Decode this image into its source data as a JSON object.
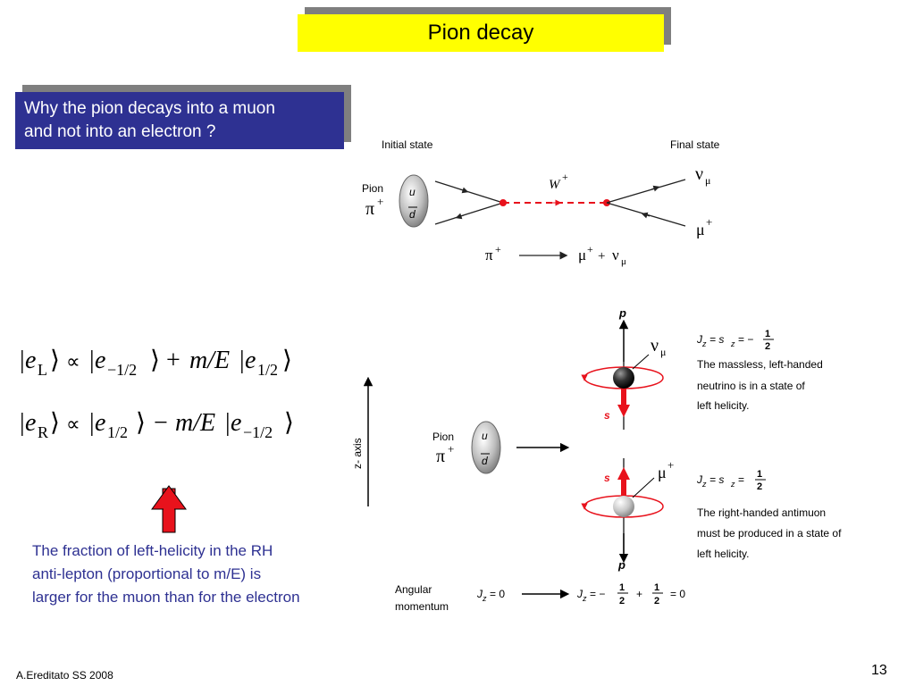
{
  "slide": {
    "title": "Pion decay",
    "question_line1": "Why the pion decays into a muon",
    "question_line2": "and not into an electron ?",
    "fraction_text": "The fraction of left-helicity in the RH anti-lepton (proportional to m/E) is larger for the muon than for the electron",
    "footer": "A.Ereditato SS 2008",
    "page_number": "13"
  },
  "colors": {
    "title_bg": "#ffff00",
    "box_bg": "#2e3192",
    "shadow": "#7f7f7f",
    "body_text": "#2e3192",
    "accent_red": "#e8121c"
  },
  "equations": {
    "eq1": {
      "lhs": "e",
      "lhs_sub": "L",
      "rel": "∝",
      "t1": "e",
      "t1_sub": "−1/2",
      "op": "+",
      "coef": "m/E",
      "t2": "e",
      "t2_sub": "1/2"
    },
    "eq2": {
      "lhs": "e",
      "lhs_sub": "R",
      "rel": "∝",
      "t1": "e",
      "t1_sub": "1/2",
      "op": "−",
      "coef": "m/E",
      "t2": "e",
      "t2_sub": "−1/2"
    }
  },
  "feynman": {
    "initial_state": "Initial state",
    "final_state": "Final state",
    "pion_label": "Pion",
    "pion_symbol": "π",
    "plus": "+",
    "quark_u": "u",
    "quark_dbar": "d",
    "w_label": "W",
    "nu_mu": "ν",
    "nu_sub": "μ",
    "mu": "μ",
    "reaction_lhs": "π",
    "reaction_rhs1": "μ",
    "reaction_rhs2": "ν",
    "reaction_sub": "μ"
  },
  "helicity": {
    "p_label": "p",
    "s_label": "s",
    "z_axis": "z- axis",
    "pion_label": "Pion",
    "jz_top": "J",
    "jz_top_eq": "= s",
    "jz_top_rhs": "= −",
    "jz_top_num": "1",
    "jz_top_den": "2",
    "top_desc1": "The massless, left-handed",
    "top_desc2": "neutrino is in a state of",
    "top_desc3": "left helicity.",
    "jz_bot_rhs": "=",
    "jz_bot_num": "1",
    "jz_bot_den": "2",
    "bot_desc1": "The right-handed antimuon",
    "bot_desc2": "must be produced in a state of",
    "bot_desc3": "left helicity.",
    "angular1": "Angular",
    "angular2": "momentum",
    "jz_zero": "= 0",
    "jz_sum_a": "= −",
    "jz_sum_plus": "+",
    "jz_sum_end": "= 0",
    "half_num": "1",
    "half_den": "2"
  }
}
